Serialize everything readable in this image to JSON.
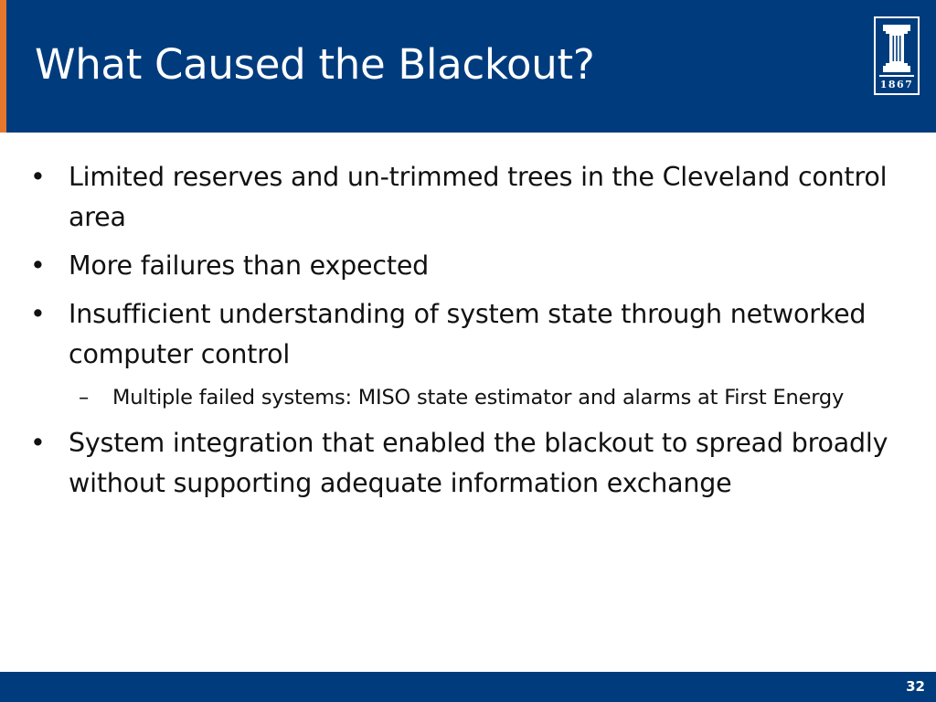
{
  "slide": {
    "title": "What Caused the Blackout?",
    "logo_year": "1867",
    "page_number": "32"
  },
  "bullets": [
    {
      "marker": "•",
      "text": "Limited reserves and un-trimmed trees in the Cleveland control area"
    },
    {
      "marker": "•",
      "text": "More failures than expected"
    },
    {
      "marker": "•",
      "text": "Insufficient understanding of system state through networked computer control"
    },
    {
      "marker": "–",
      "text": "Multiple failed systems: MISO state estimator and alarms at First Energy"
    },
    {
      "marker": "•",
      "text": "System integration that enabled the blackout to spread broadly without supporting adequate information exchange"
    }
  ],
  "colors": {
    "header_blue": "#003c7d",
    "accent_orange": "#e8772e"
  },
  "icons": {
    "logo": "university-column-logo-icon"
  }
}
